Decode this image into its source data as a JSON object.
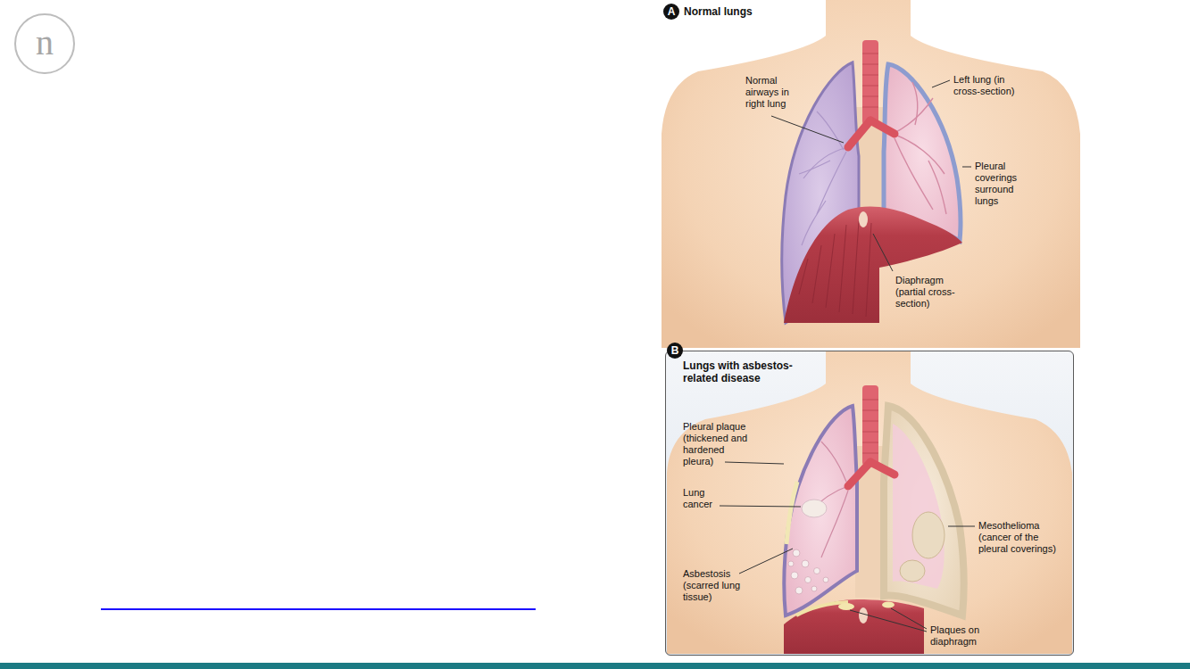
{
  "diagram": {
    "nodes": [
      {
        "text": [
          "A"
        ]
      },
      {
        "text": [
          "Lungs with asbestos-related disease"
        ]
      },
      {
        "text": [
          "B"
        ],
        "in": 1
      }
    ],
    "labels": [
      "n",
      "Normal lungs",
      "Normal airways in right lung",
      "Left lung (in cross-section)",
      "Pleural coverings surround lungs",
      "Diaphragm (partial cross-section)",
      "Pleural plaque (thickened and hardened pleura)",
      "Lung cancer",
      "Mesothelioma (cancer of the pleural coverings)",
      "Asbestosis (scarred lung tissue)",
      "Plaques on diaphragm"
    ]
  }
}
